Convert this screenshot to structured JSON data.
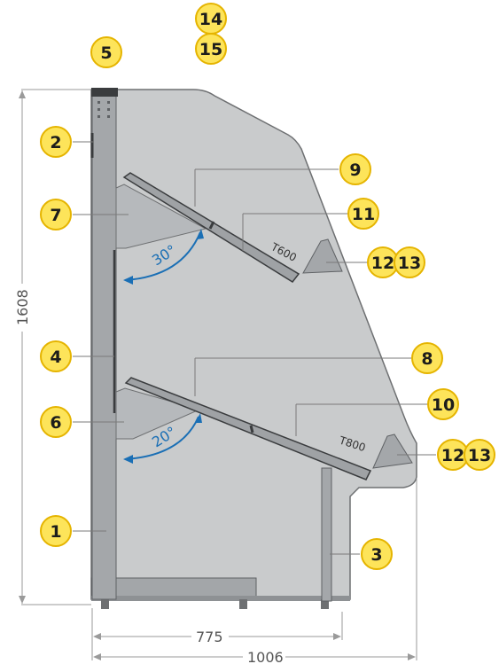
{
  "colors": {
    "body_fill": "#c9cbcc",
    "body_stroke": "#6e7072",
    "metal": "#9fa2a5",
    "metal_dark": "#5e6164",
    "callout": "#fde45a",
    "callout_border": "#e5b400",
    "angle_arc": "#1a6fb5"
  },
  "dimensions": {
    "height": "1608",
    "depth_inner": "775",
    "depth_total": "1006"
  },
  "angles": {
    "upper": "30°",
    "lower": "20°"
  },
  "shelves": {
    "upper": "T600",
    "lower": "T800"
  },
  "callouts": {
    "c1": "1",
    "c2": "2",
    "c3": "3",
    "c4": "4",
    "c5": "5",
    "c6": "6",
    "c7": "7",
    "c8": "8",
    "c9": "9",
    "c10": "10",
    "c11": "11",
    "c12a": "12",
    "c13a": "13",
    "c12b": "12",
    "c13b": "13",
    "c14": "14",
    "c15": "15"
  }
}
